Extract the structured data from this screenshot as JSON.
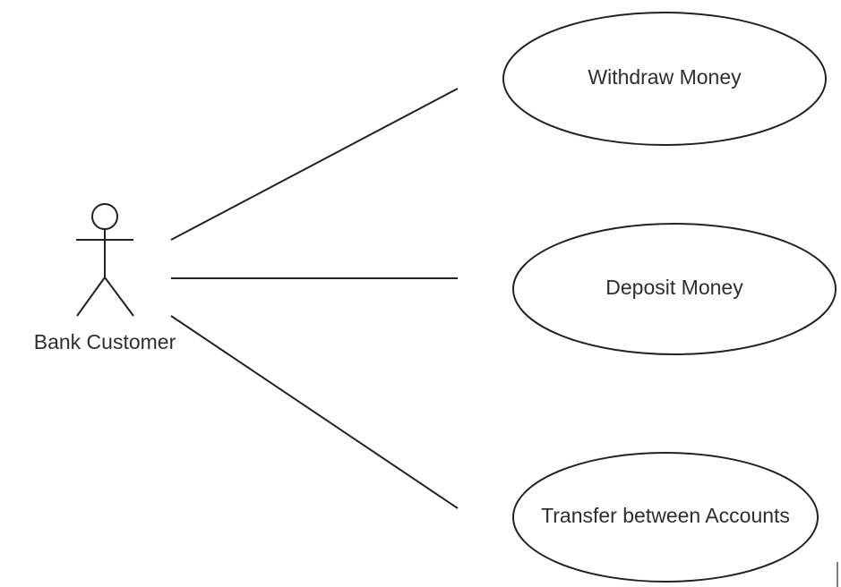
{
  "actor": {
    "name": "Bank Customer",
    "icon": "stick-figure-actor-icon"
  },
  "use_cases": [
    {
      "label": "Withdraw Money"
    },
    {
      "label": "Deposit Money"
    },
    {
      "label": "Transfer between Accounts"
    }
  ],
  "colors": {
    "stroke": "#222222",
    "text": "#2e2e2e",
    "background": "#ffffff"
  }
}
